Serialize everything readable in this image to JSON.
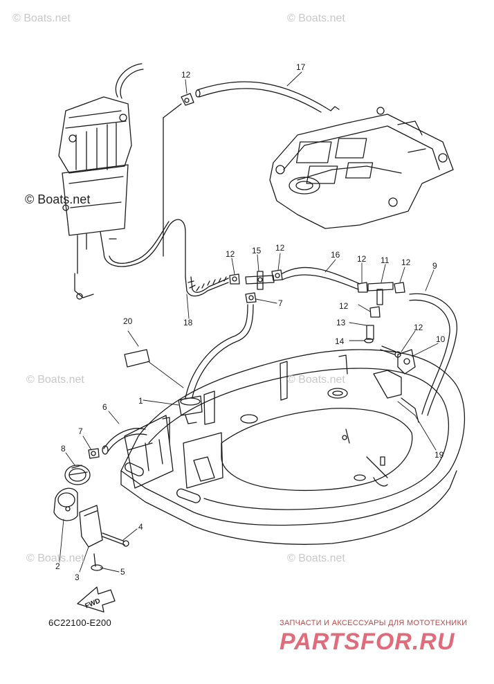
{
  "watermarks": [
    "© Boats.net",
    "© Boats.net",
    "© Boats.net",
    "© Boats.net",
    "© Boats.net",
    "© Boats.net",
    "© Boats.net"
  ],
  "copyright": "© Boats.net",
  "part_number": "6C22100-E200",
  "fwd_label": "FWD",
  "brand_tagline": "ЗАПЧАСТИ И АКСЕССУАРЫ ДЛЯ МОТОТЕХНИКИ",
  "brand_logo": "PARTSFOR.RU",
  "callouts": [
    "1",
    "2",
    "3",
    "4",
    "5",
    "6",
    "7",
    "7",
    "8",
    "9",
    "10",
    "11",
    "12",
    "12",
    "12",
    "12",
    "12",
    "12",
    "12",
    "13",
    "14",
    "15",
    "16",
    "17",
    "18",
    "19",
    "20"
  ],
  "colors": {
    "line": "#1a1a1a",
    "watermark": "#c8c8c8",
    "brand": "#e06b7a"
  }
}
